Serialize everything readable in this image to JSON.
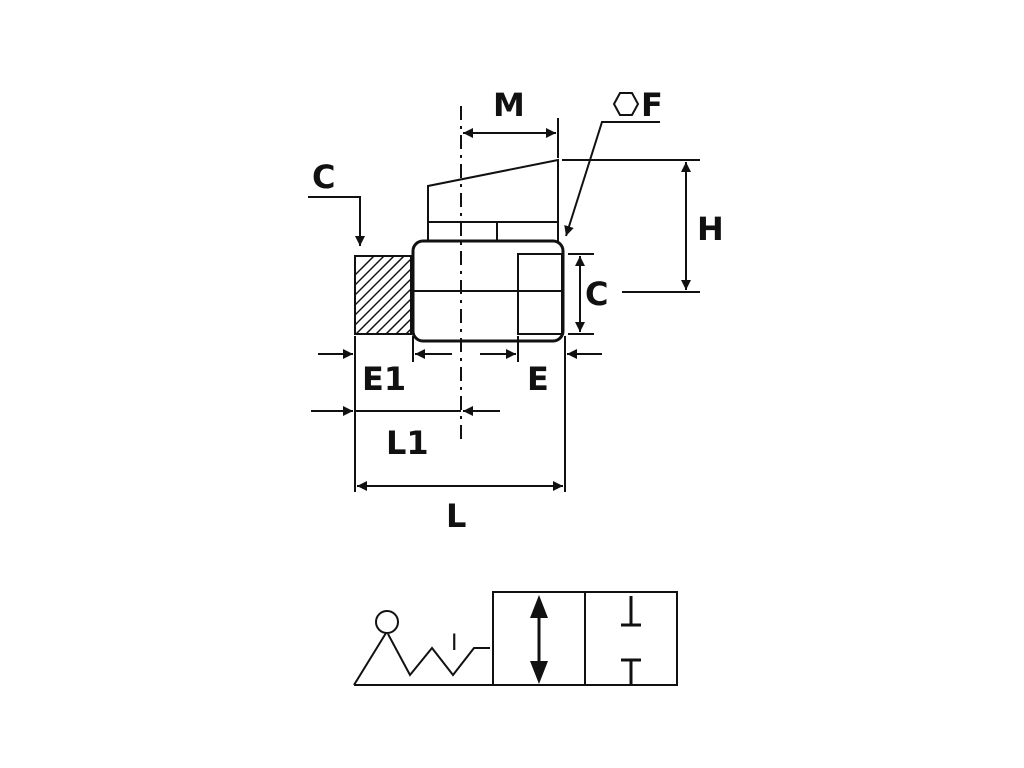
{
  "labels": {
    "c_top": "C",
    "m": "M",
    "f": "F",
    "h": "H",
    "c_right": "C",
    "e1": "E1",
    "e": "E",
    "l1": "L1",
    "l": "L"
  },
  "symbol": {
    "marker": "I"
  },
  "icons": {
    "hex": "hexagon-icon"
  }
}
